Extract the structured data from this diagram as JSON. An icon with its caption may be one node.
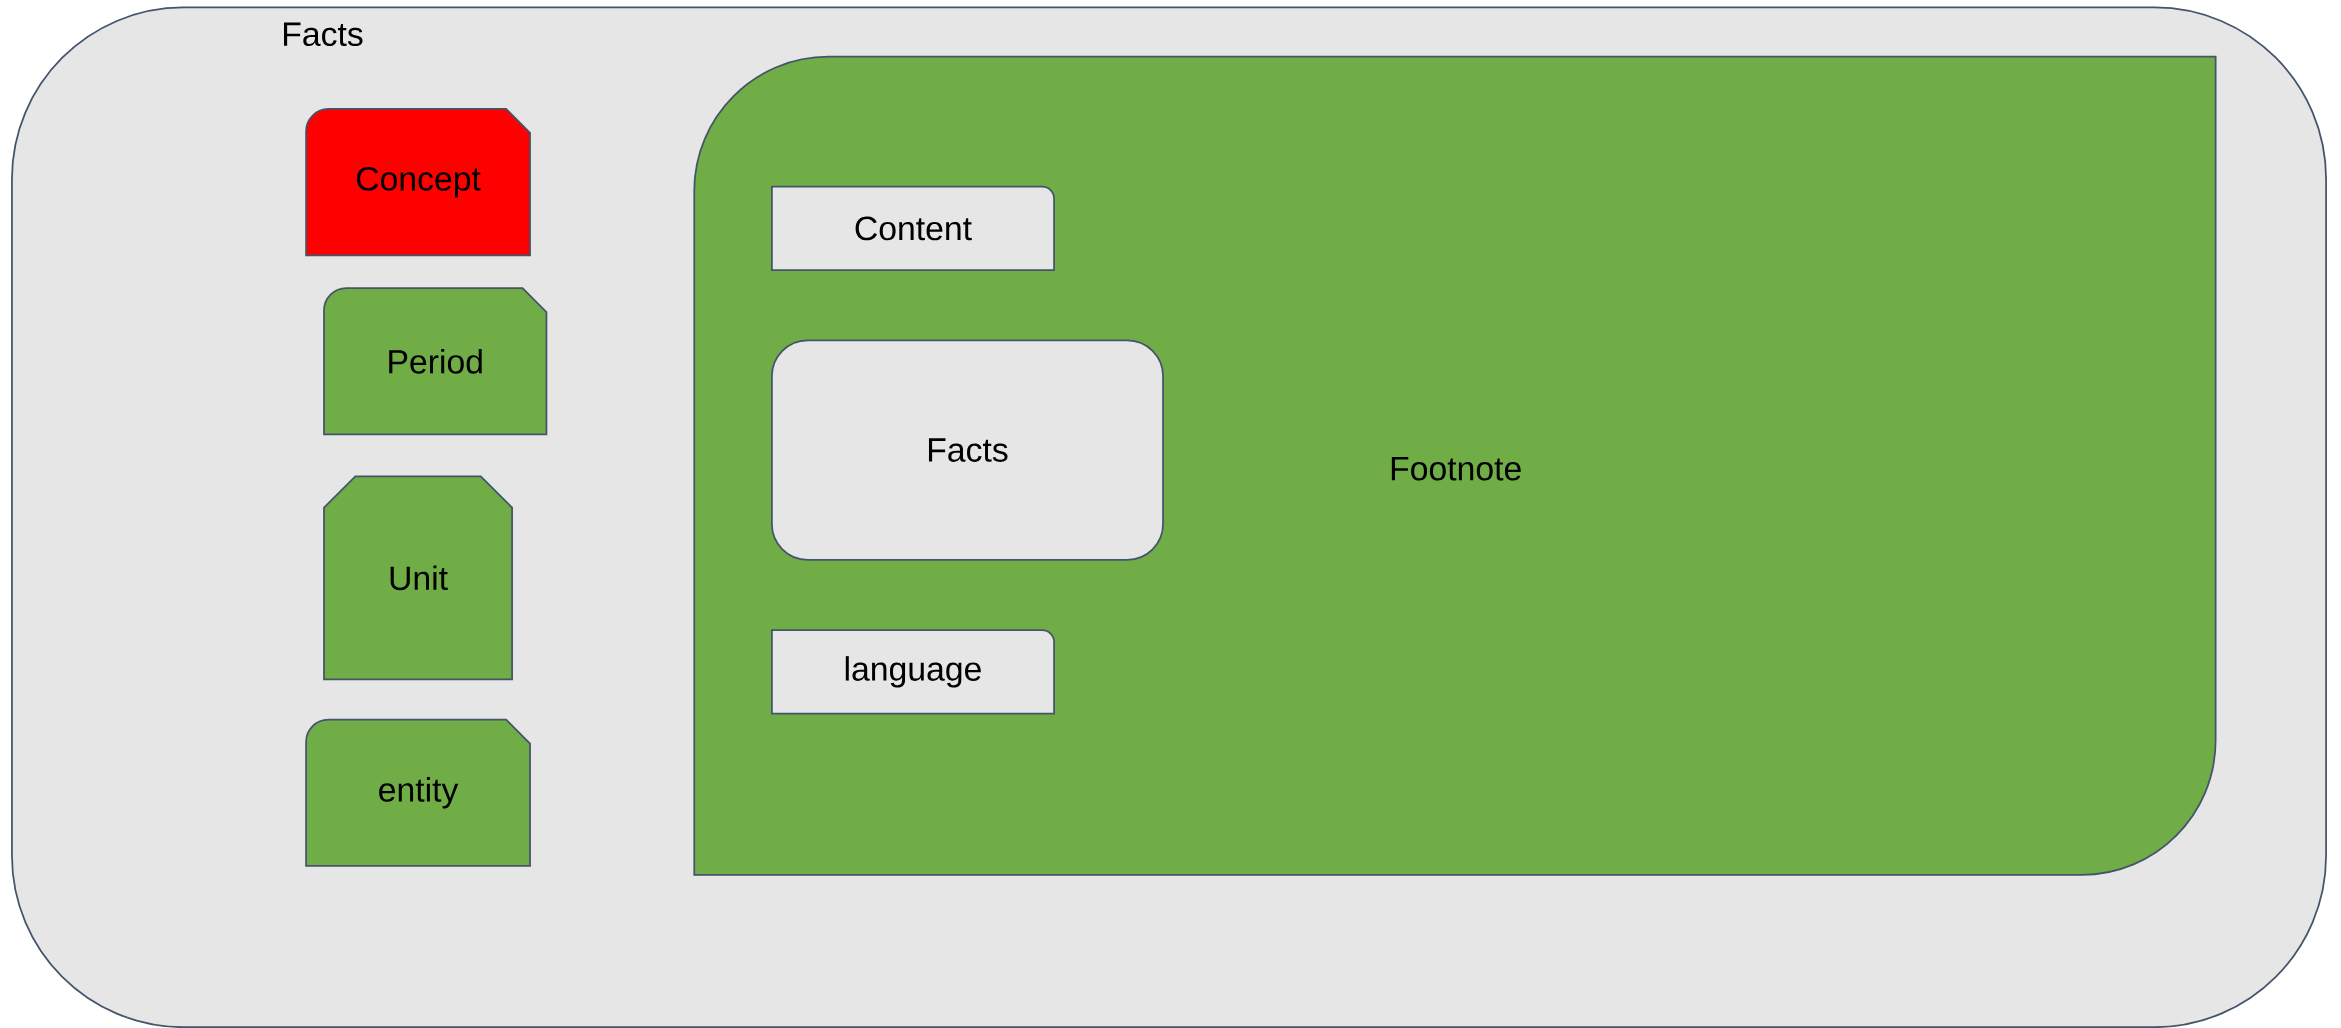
{
  "diagram": {
    "nodes": [
      {
        "text": [
          "Facts"
        ]
      },
      {
        "text": [
          "Concept"
        ],
        "in": 0
      },
      {
        "text": [
          "Period"
        ],
        "in": 0
      },
      {
        "text": [
          "Unit"
        ],
        "in": 0
      },
      {
        "text": [
          "entity"
        ],
        "in": 0
      },
      {
        "text": [
          "Footnote"
        ],
        "in": 0
      },
      {
        "text": [
          "Content"
        ],
        "in": 5
      },
      {
        "text": [
          "Facts"
        ],
        "in": 5
      },
      {
        "text": [
          "language"
        ],
        "in": 5
      }
    ]
  }
}
